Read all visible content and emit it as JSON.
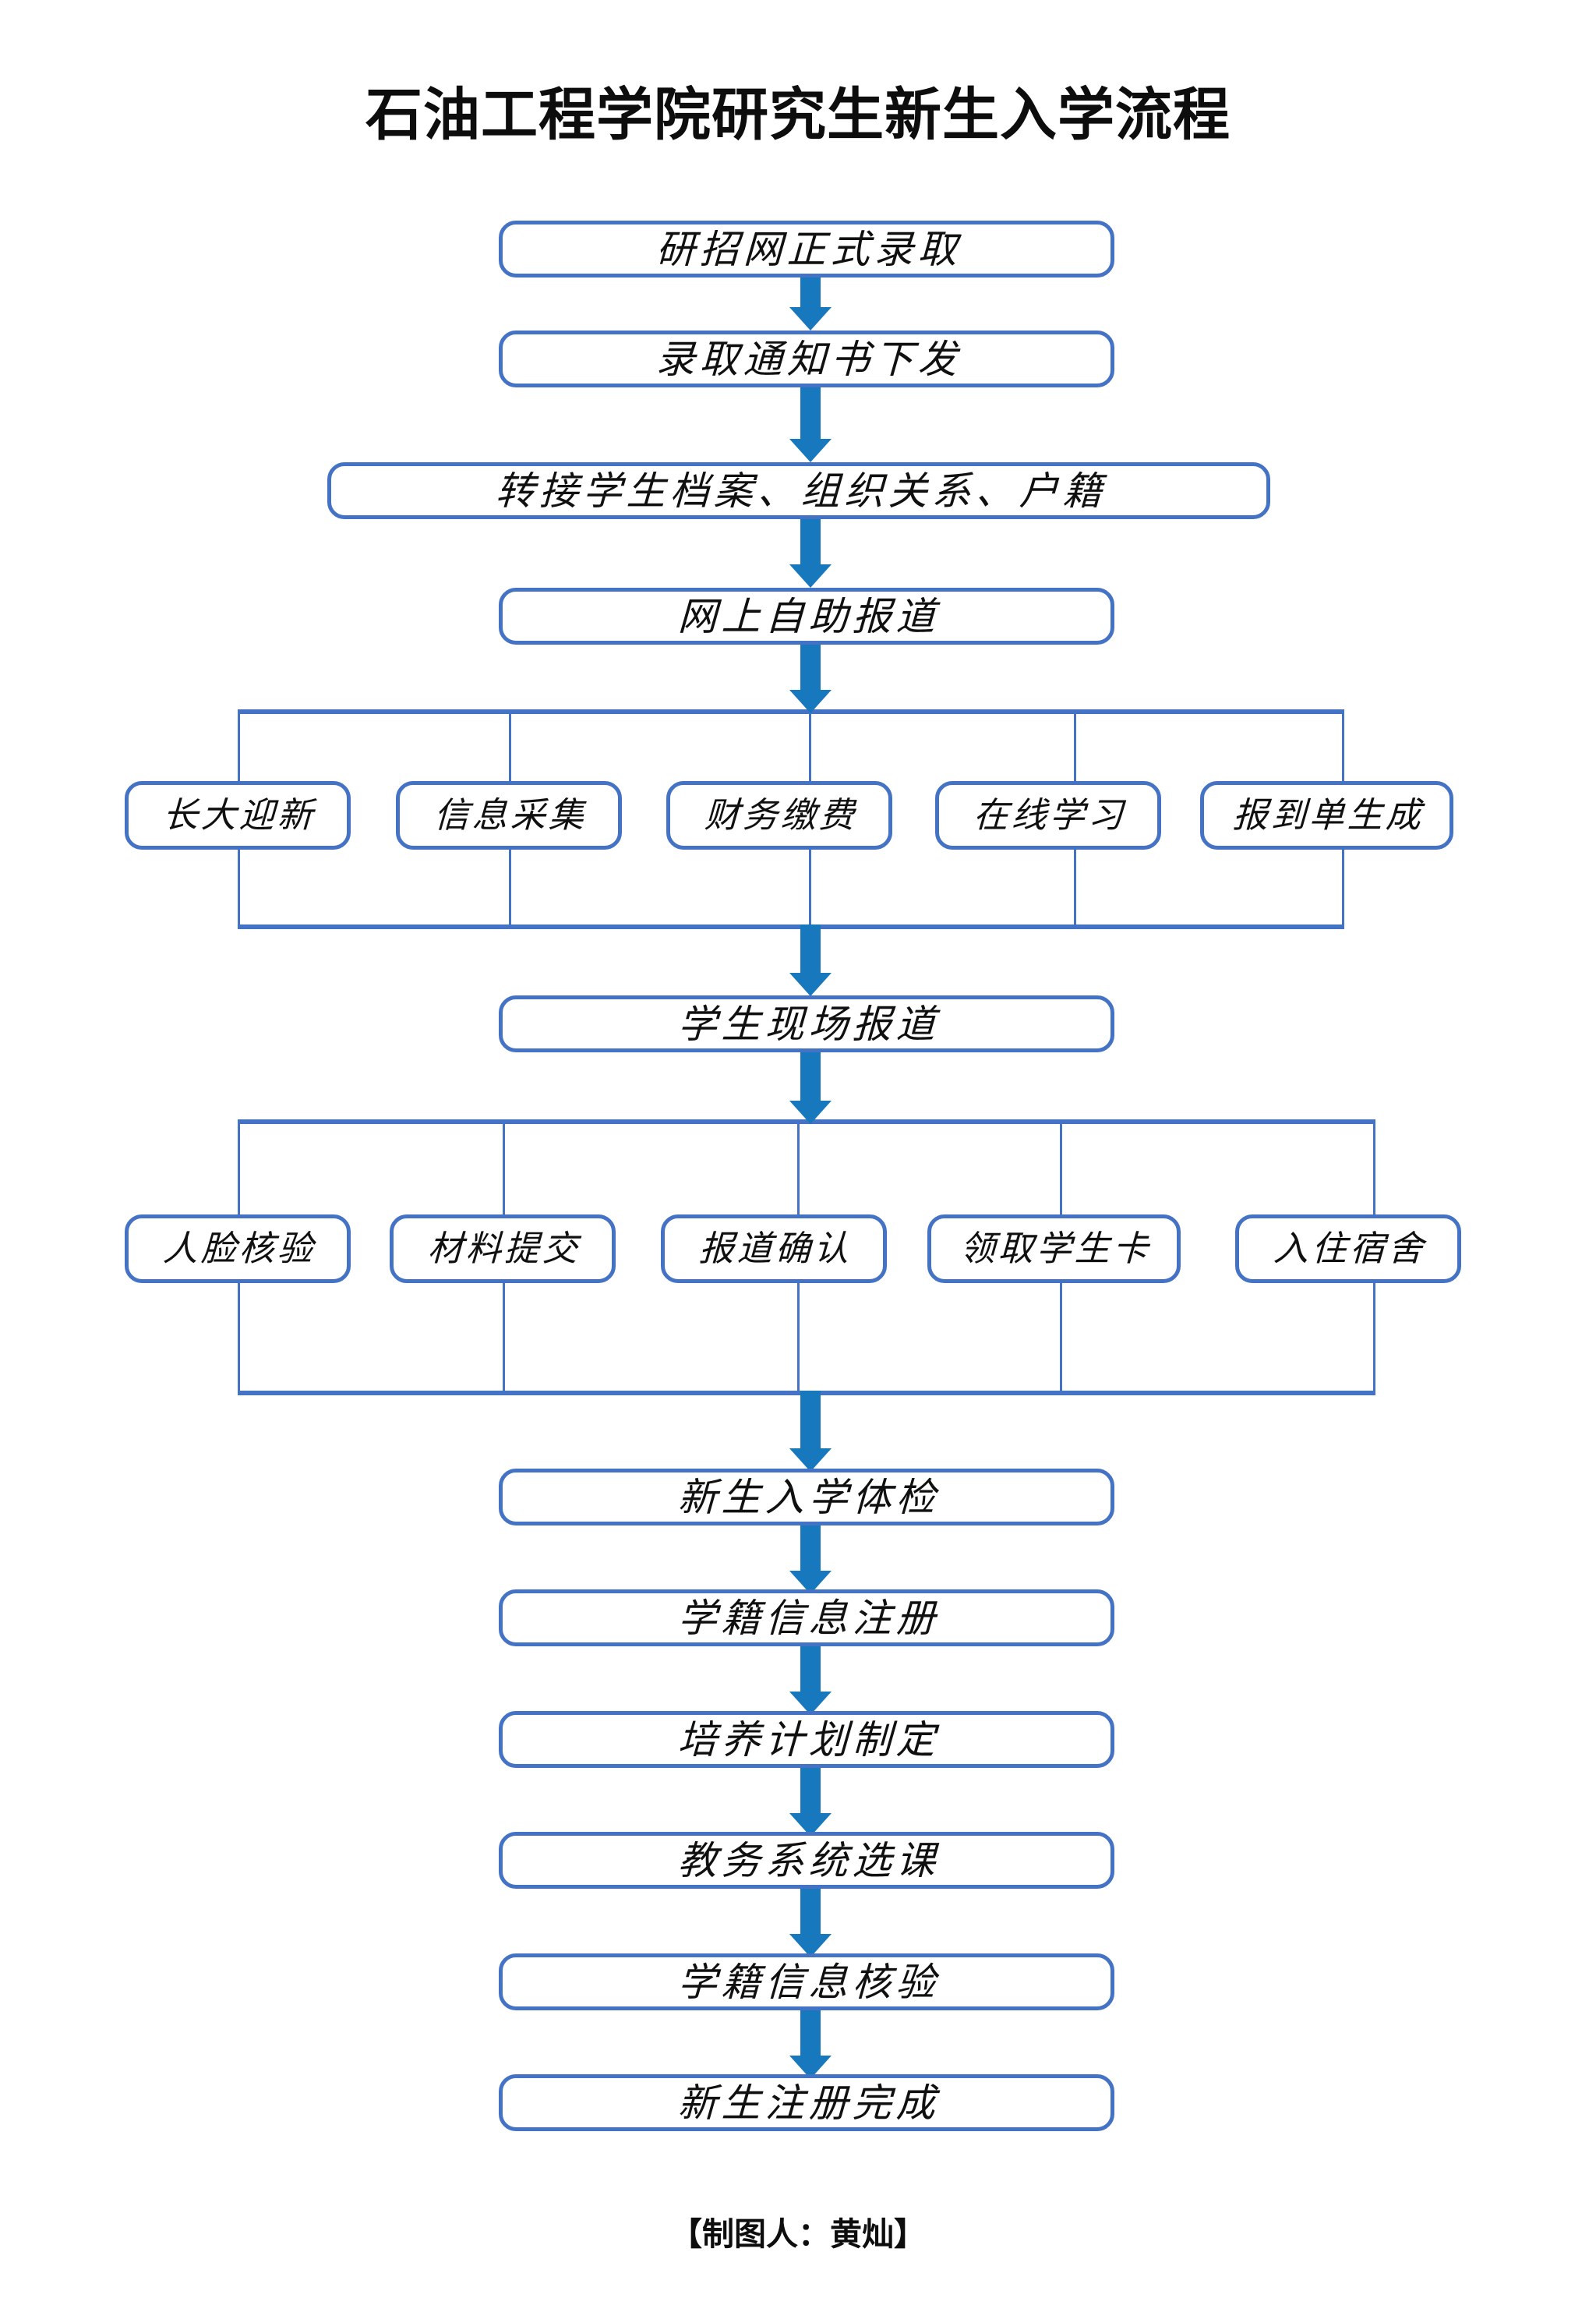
{
  "page": {
    "title": "石油工程学院研究生新生入学流程",
    "footer": "【制图人：黄灿】",
    "colors": {
      "box_border": "#4472c4",
      "arrow": "#1878be",
      "connector": "#4472c4",
      "text": "#101010",
      "background": "#ffffff"
    }
  },
  "chart_data": {
    "type": "diagram",
    "title": "石油工程学院研究生新生入学流程",
    "orientation": "top-to-bottom",
    "nodes": [
      {
        "id": "n1",
        "label": "研招网正式录取",
        "stage": "main",
        "order": 1
      },
      {
        "id": "n2",
        "label": "录取通知书下发",
        "stage": "main",
        "order": 2
      },
      {
        "id": "n3",
        "label": "转接学生档案、组织关系、户籍",
        "stage": "main",
        "order": 3
      },
      {
        "id": "n4",
        "label": "网上自助报道",
        "stage": "main",
        "order": 4
      },
      {
        "id": "p1a",
        "label": "长大迎新",
        "stage": "parallel-1",
        "order": 1
      },
      {
        "id": "p1b",
        "label": "信息采集",
        "stage": "parallel-1",
        "order": 2
      },
      {
        "id": "p1c",
        "label": "财务缴费",
        "stage": "parallel-1",
        "order": 3
      },
      {
        "id": "p1d",
        "label": "在线学习",
        "stage": "parallel-1",
        "order": 4
      },
      {
        "id": "p1e",
        "label": "报到单生成",
        "stage": "parallel-1",
        "order": 5
      },
      {
        "id": "n5",
        "label": "学生现场报道",
        "stage": "main",
        "order": 5
      },
      {
        "id": "p2a",
        "label": "人脸核验",
        "stage": "parallel-2",
        "order": 1
      },
      {
        "id": "p2b",
        "label": "材料提交",
        "stage": "parallel-2",
        "order": 2
      },
      {
        "id": "p2c",
        "label": "报道确认",
        "stage": "parallel-2",
        "order": 3
      },
      {
        "id": "p2d",
        "label": "领取学生卡",
        "stage": "parallel-2",
        "order": 4
      },
      {
        "id": "p2e",
        "label": "入住宿舍",
        "stage": "parallel-2",
        "order": 5
      },
      {
        "id": "n6",
        "label": "新生入学体检",
        "stage": "main",
        "order": 6
      },
      {
        "id": "n7",
        "label": "学籍信息注册",
        "stage": "main",
        "order": 7
      },
      {
        "id": "n8",
        "label": "培养计划制定",
        "stage": "main",
        "order": 8
      },
      {
        "id": "n9",
        "label": "教务系统选课",
        "stage": "main",
        "order": 9
      },
      {
        "id": "n10",
        "label": "学籍信息核验",
        "stage": "main",
        "order": 10
      },
      {
        "id": "n11",
        "label": "新生注册完成",
        "stage": "main",
        "order": 11
      }
    ],
    "edges": [
      {
        "from": "n1",
        "to": "n2",
        "style": "block-arrow"
      },
      {
        "from": "n2",
        "to": "n3",
        "style": "block-arrow"
      },
      {
        "from": "n3",
        "to": "n4",
        "style": "block-arrow"
      },
      {
        "from": "n4",
        "to": "parallel-1",
        "style": "fan-out"
      },
      {
        "from": "parallel-1",
        "to": "n5",
        "style": "fan-in"
      },
      {
        "from": "n5",
        "to": "parallel-2",
        "style": "fan-out"
      },
      {
        "from": "parallel-2",
        "to": "n6",
        "style": "fan-in"
      },
      {
        "from": "n6",
        "to": "n7",
        "style": "block-arrow"
      },
      {
        "from": "n7",
        "to": "n8",
        "style": "block-arrow"
      },
      {
        "from": "n8",
        "to": "n9",
        "style": "block-arrow"
      },
      {
        "from": "n9",
        "to": "n10",
        "style": "block-arrow"
      },
      {
        "from": "n10",
        "to": "n11",
        "style": "block-arrow"
      }
    ]
  }
}
